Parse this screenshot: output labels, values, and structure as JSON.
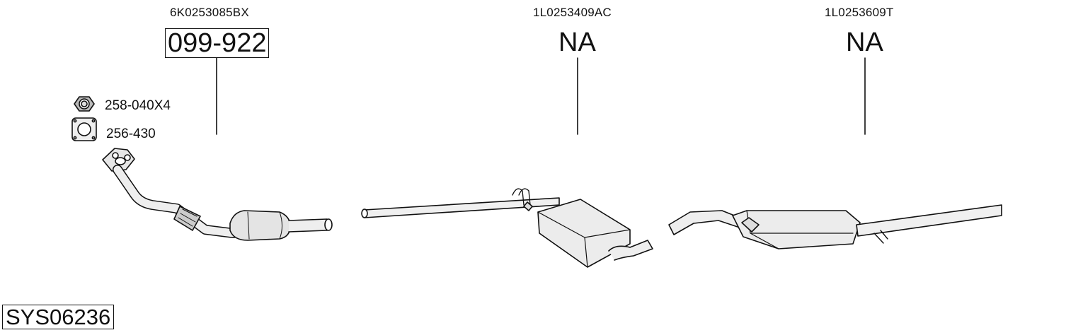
{
  "parts": [
    {
      "oe_number": "6K0253085BX",
      "part_number": "099-922"
    },
    {
      "oe_number": "1L0253409AC",
      "part_number": "NA"
    },
    {
      "oe_number": "1L0253609T",
      "part_number": "NA"
    }
  ],
  "accessories": [
    {
      "label": "258-040X4",
      "icon": "hex-nut-icon"
    },
    {
      "label": "256-430",
      "icon": "gasket-icon"
    }
  ],
  "system_code": "SYS06236"
}
